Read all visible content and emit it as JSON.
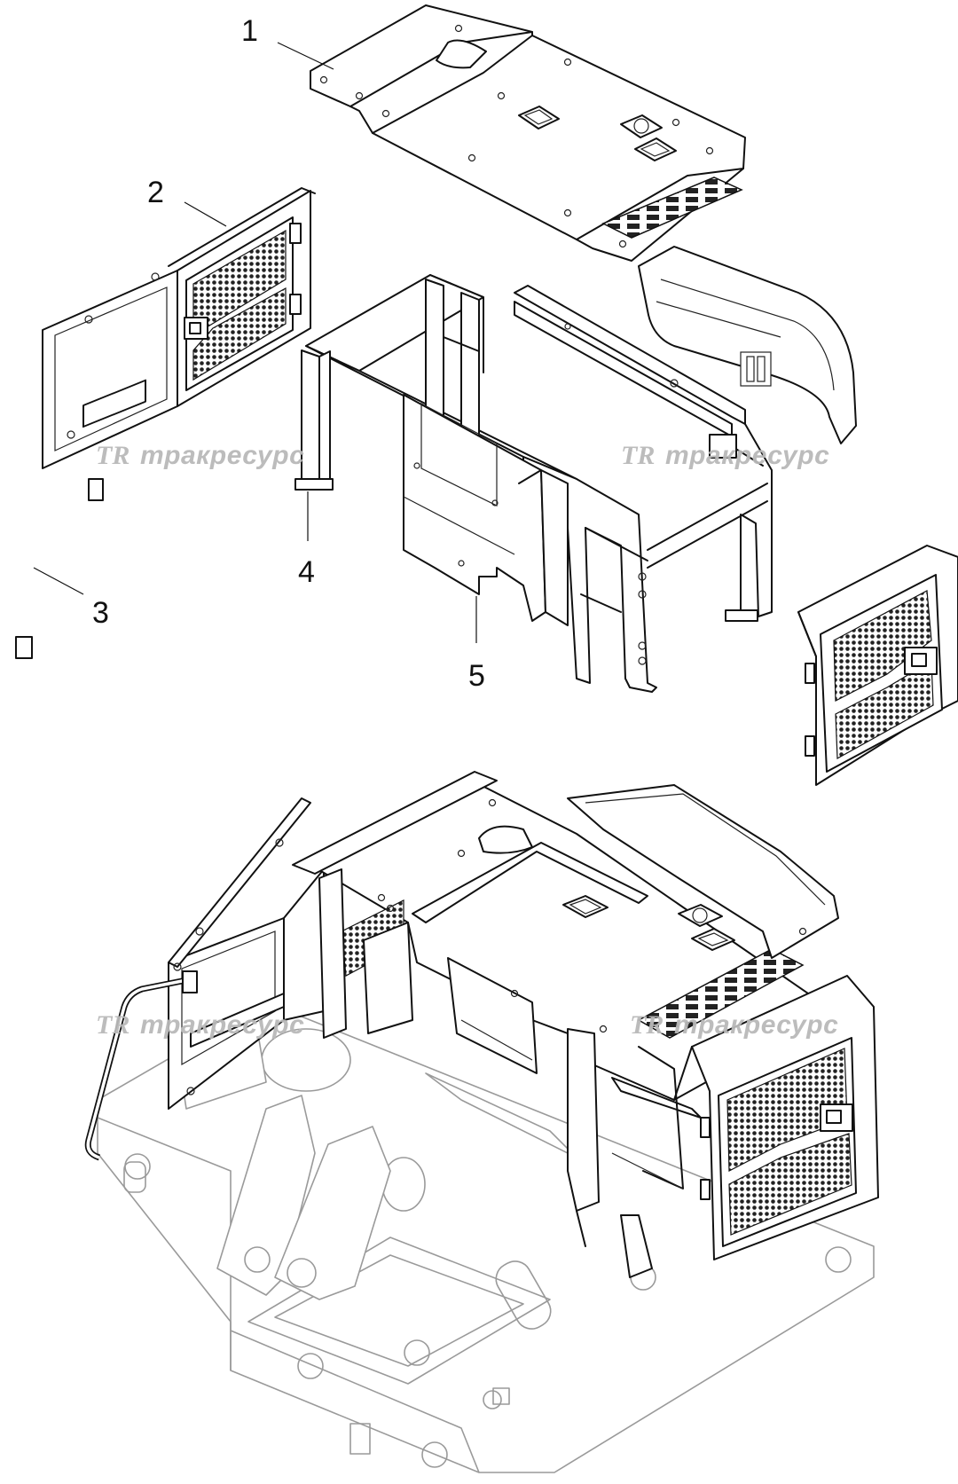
{
  "callouts": [
    "1",
    "2",
    "3",
    "4",
    "5"
  ],
  "watermark": {
    "logo": "TR",
    "text": "тракресурс"
  }
}
